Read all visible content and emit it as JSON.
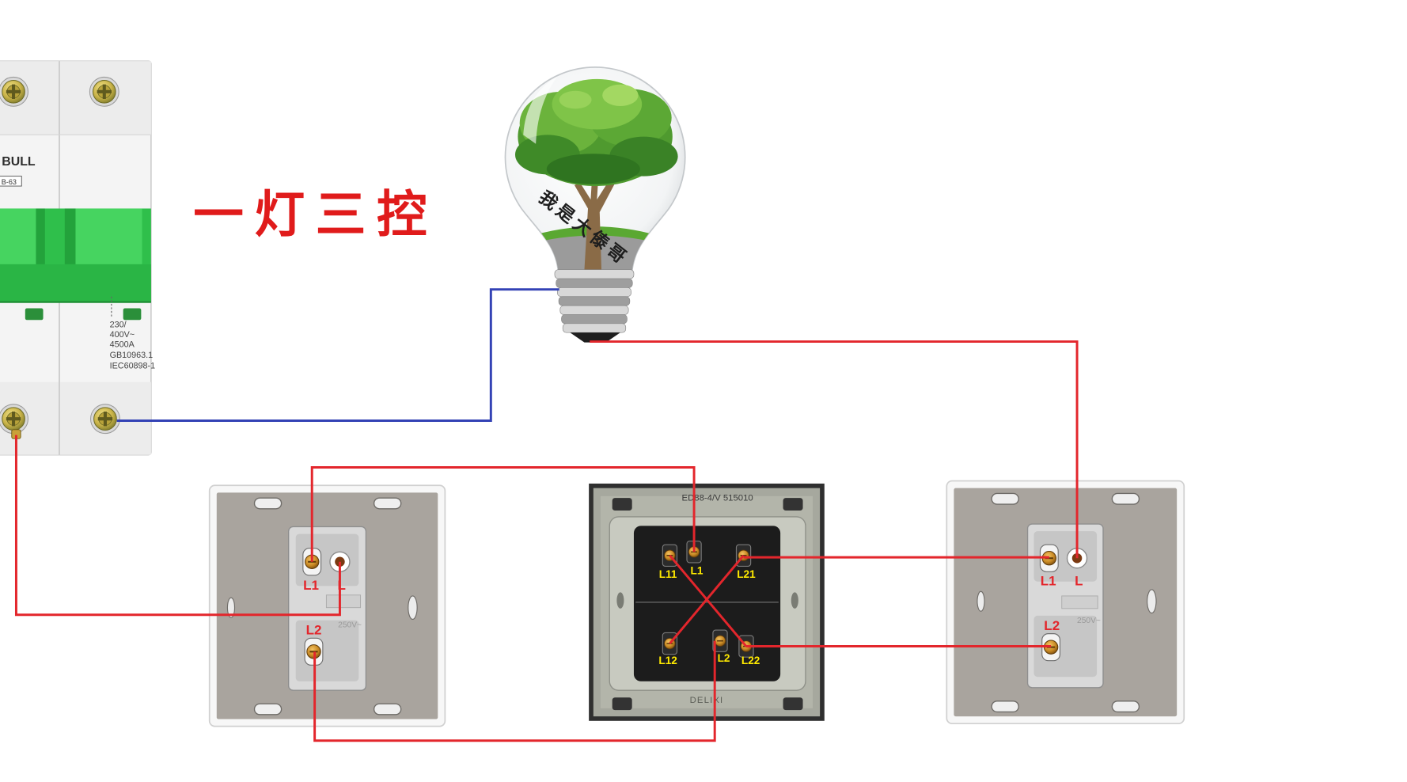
{
  "title": "一灯三控",
  "watermark": "我是大傣哥",
  "breaker": {
    "brand": "BULL",
    "model": "B-63",
    "specs": [
      "230/",
      "400V~",
      "4500A",
      "GB10963.1",
      "IEC60898-1"
    ]
  },
  "switch_left": {
    "labels": {
      "l1": "L1",
      "l": "L",
      "l2": "L2"
    },
    "rating": "250V~"
  },
  "switch_middle": {
    "header": "ED88-4/V 515010",
    "brand": "DELIXI",
    "labels": {
      "l11": "L11",
      "l1": "L1",
      "l21": "L21",
      "l12": "L12",
      "l2": "L2",
      "l22": "L22"
    }
  },
  "switch_right": {
    "labels": {
      "l1": "L1",
      "l": "L",
      "l2": "L2"
    },
    "rating": "250V~"
  },
  "colors": {
    "title": "#e01b1b",
    "live_wire": "#e3262c",
    "neutral_wire": "#3342b5",
    "side_label": "#e3262c",
    "middle_label": "#ffea00",
    "breaker_green": "#2fbf4b"
  }
}
